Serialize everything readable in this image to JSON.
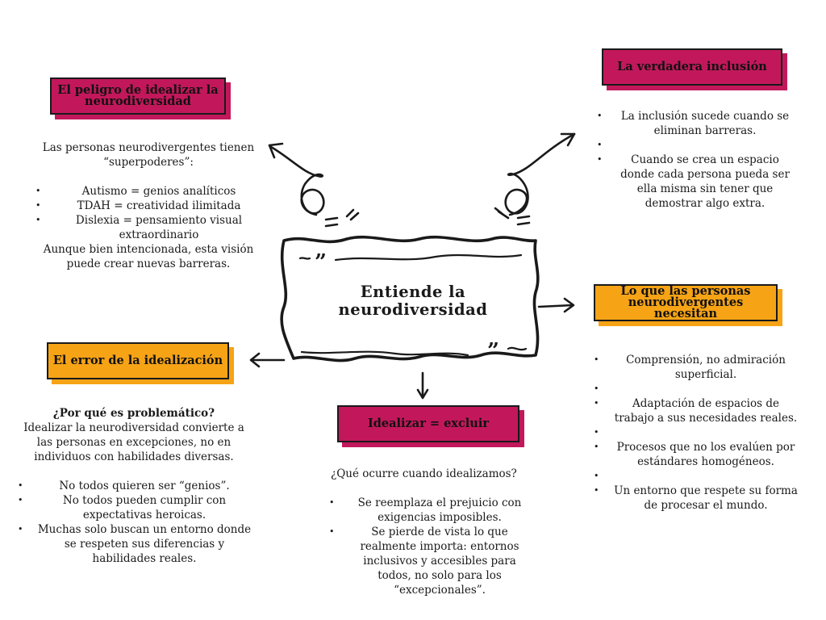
{
  "colors": {
    "magenta": "#c2185b",
    "orange": "#f6a316",
    "ink": "#1a1a1a"
  },
  "center": {
    "title_line1": "Entiende la",
    "title_line2": "neurodiversidad"
  },
  "peligro": {
    "title": "El peligro de idealizar la neurodiversidad",
    "intro": "Las personas neurodivergentes tienen “superpoderes”:",
    "items": [
      "Autismo = genios analíticos",
      "TDAH = creatividad ilimitada",
      "Dislexia = pensamiento visual extraordinario"
    ],
    "outro": "Aunque bien intencionada, esta visión puede crear nuevas barreras."
  },
  "inclusion": {
    "title": "La verdadera inclusión",
    "items": [
      "La inclusión sucede cuando se eliminan barreras.",
      "Cuando se crea un espacio donde cada persona pueda ser ella misma sin tener que demostrar algo extra."
    ]
  },
  "necesitan": {
    "title": "Lo que las personas neurodivergentes necesitan",
    "items": [
      "Comprensión, no admiración superficial.",
      "Adaptación de espacios de trabajo a sus necesidades reales.",
      "Procesos que no los evalúen por estándares homogéneos.",
      "Un entorno que respete su forma de procesar el mundo."
    ]
  },
  "error": {
    "title": "El error de la idealización",
    "question": "¿Por qué es problemático?",
    "body": "Idealizar la neurodiversidad convierte a las personas en excepciones, no en individuos con habilidades diversas.",
    "items": [
      "No todos quieren ser “genios”.",
      "No todos pueden cumplir con expectativas heroicas.",
      "Muchas solo buscan un entorno donde se respeten sus diferencias y habilidades reales."
    ]
  },
  "excluir": {
    "title": "Idealizar = excluir",
    "question": "¿Qué ocurre cuando idealizamos?",
    "items": [
      "Se reemplaza el prejuicio con exigencias imposibles.",
      "Se pierde de vista lo que realmente importa: entornos inclusivos y accesibles para todos, no solo para los “excepcionales”."
    ]
  }
}
